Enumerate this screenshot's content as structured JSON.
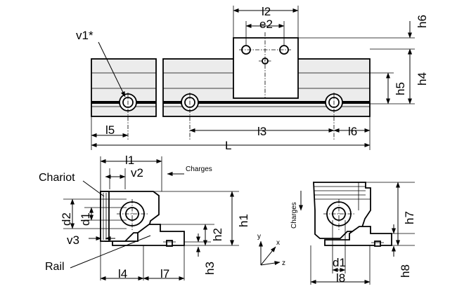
{
  "top_view": {
    "labels": {
      "l2": "l2",
      "e2": "e2",
      "h6": "h6",
      "v1": "v1*",
      "h4": "h4",
      "h5": "h5",
      "l5": "l5",
      "l3": "l3",
      "l6": "l6",
      "L": "L"
    }
  },
  "side_view": {
    "labels": {
      "l1": "l1",
      "v2": "v2",
      "charges": "Charges",
      "chariot": "Chariot",
      "d2": "d2",
      "d1": "d1",
      "h2": "h2",
      "h1": "h1",
      "v3": "v3",
      "rail": "Rail",
      "l4": "l4",
      "l7": "l7",
      "h3": "h3"
    }
  },
  "axes": {
    "y": "y",
    "x": "x",
    "z": "z"
  },
  "end_view": {
    "labels": {
      "charges": "Charges",
      "h7": "h7",
      "d1": "d1",
      "l8": "l8",
      "h8": "h8"
    }
  }
}
